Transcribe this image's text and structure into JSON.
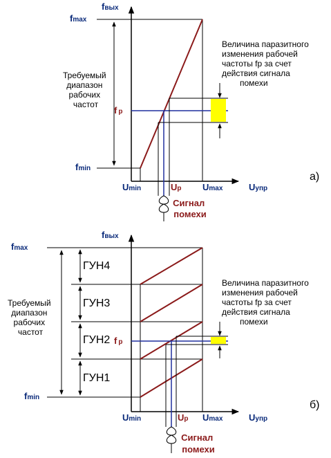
{
  "colors": {
    "axis": "#000000",
    "characteristic": "#8b1a1a",
    "working_point_line": "#1f2f9e",
    "interference_bar": "#ffff00",
    "label_navy": "#0a2a7a",
    "label_red": "#8b1a1a"
  },
  "icons": {
    "coil": "interference-coil-icon",
    "arrow": "dimension-arrow-icon"
  },
  "common": {
    "y_axis_main": "f",
    "y_axis_sub": "вых",
    "x_axis_main": "U",
    "x_axis_sub": "упр",
    "fmax_main": "f",
    "fmax_sub": "max",
    "fmin_main": "f",
    "fmin_sub": "min",
    "fp_main": "f",
    "fp_sub": "p",
    "umin_main": "U",
    "umin_sub": "min",
    "up_main": "U",
    "up_sub": "p",
    "umax_main": "U",
    "umax_sub": "max",
    "range_label": [
      "Требуемый",
      "диапазон",
      "рабочих",
      "частот"
    ],
    "drift_label": [
      "Величина паразитного",
      "изменения рабочей",
      "частоты fp за счет",
      "действия сигнала",
      "помехи"
    ],
    "noise_label": [
      "Сигнал",
      "помехи"
    ]
  },
  "panel_a": {
    "tag": "а)"
  },
  "panel_b": {
    "tag": "б)",
    "vco_labels": [
      "ГУН4",
      "ГУН3",
      "ГУН2",
      "ГУН1"
    ]
  }
}
